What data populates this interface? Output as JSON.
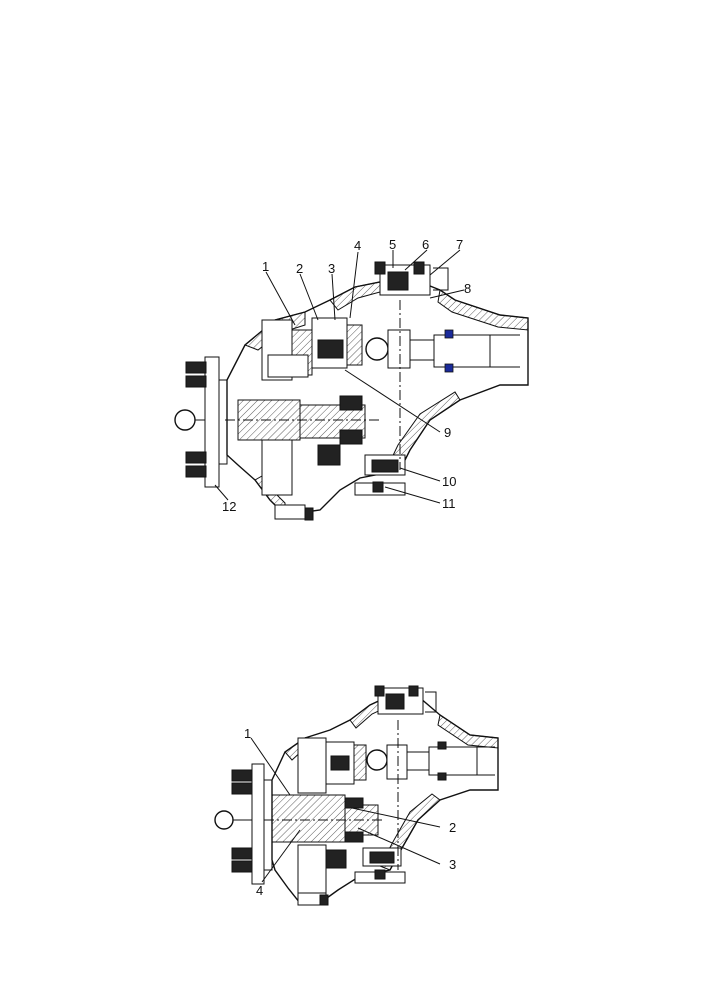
{
  "figure_top": {
    "callouts": [
      "1",
      "2",
      "3",
      "4",
      "5",
      "6",
      "7",
      "8",
      "9",
      "10",
      "11",
      "12"
    ]
  },
  "figure_bottom": {
    "callouts": [
      "1",
      "2",
      "3",
      "4"
    ]
  },
  "colors": {
    "line": "#111111",
    "seal_blue": "#1a2a9a",
    "background": "#ffffff"
  }
}
